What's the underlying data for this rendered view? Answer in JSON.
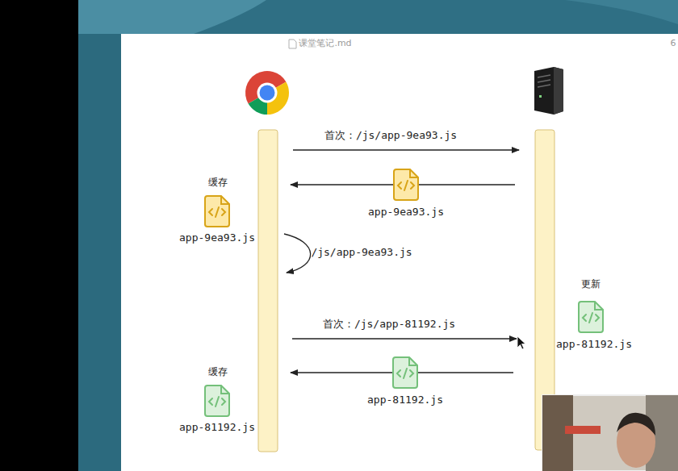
{
  "diagram": {
    "labels": [
      "课堂笔记.md",
      "6",
      "首次：/js/app-9ea93.js",
      "缓存",
      "app-9ea93.js",
      "app-9ea93.js",
      "/js/app-9ea93.js",
      "更新",
      "首次：/js/app-81192.js",
      "app-81192.js",
      "缓存",
      "app-81192.js",
      "app-81192.js"
    ]
  }
}
